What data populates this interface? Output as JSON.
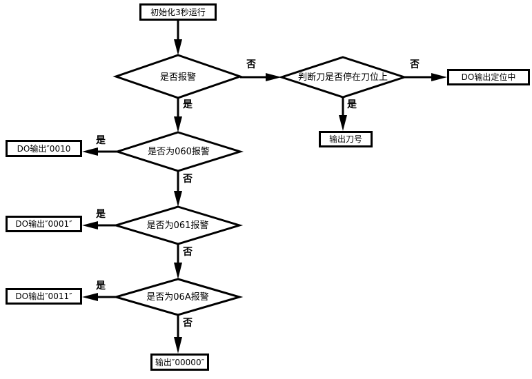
{
  "diagram": {
    "type": "flowchart",
    "colors": {
      "line": "#000000",
      "background": "#ffffff",
      "text": "#000000"
    },
    "nodes": {
      "start": {
        "label": "初始化3秒运行",
        "shape": "rect"
      },
      "d_alarm": {
        "label": "是否报警",
        "shape": "diamond"
      },
      "d_tool_on_pos": {
        "label": "判断刀是否停在刀位上",
        "shape": "diamond"
      },
      "box_do_positioning": {
        "label": "DO输出定位中",
        "shape": "rect"
      },
      "box_tool_number": {
        "label": "输出刀号",
        "shape": "rect"
      },
      "d_alarm_060": {
        "label": "是否为060报警",
        "shape": "diamond"
      },
      "box_do_0010": {
        "label": "DO输出″0010",
        "shape": "rect"
      },
      "d_alarm_061": {
        "label": "是否为061报警",
        "shape": "diamond"
      },
      "box_do_0001": {
        "label": "DO输出″0001″",
        "shape": "rect"
      },
      "d_alarm_06a": {
        "label": "是否为06A报警",
        "shape": "diamond"
      },
      "box_do_0011": {
        "label": "DO输出″0011″",
        "shape": "rect"
      },
      "box_out_00000": {
        "label": "输出″00000″",
        "shape": "rect"
      }
    },
    "edge_labels": {
      "yes": "是",
      "no": "否"
    }
  }
}
